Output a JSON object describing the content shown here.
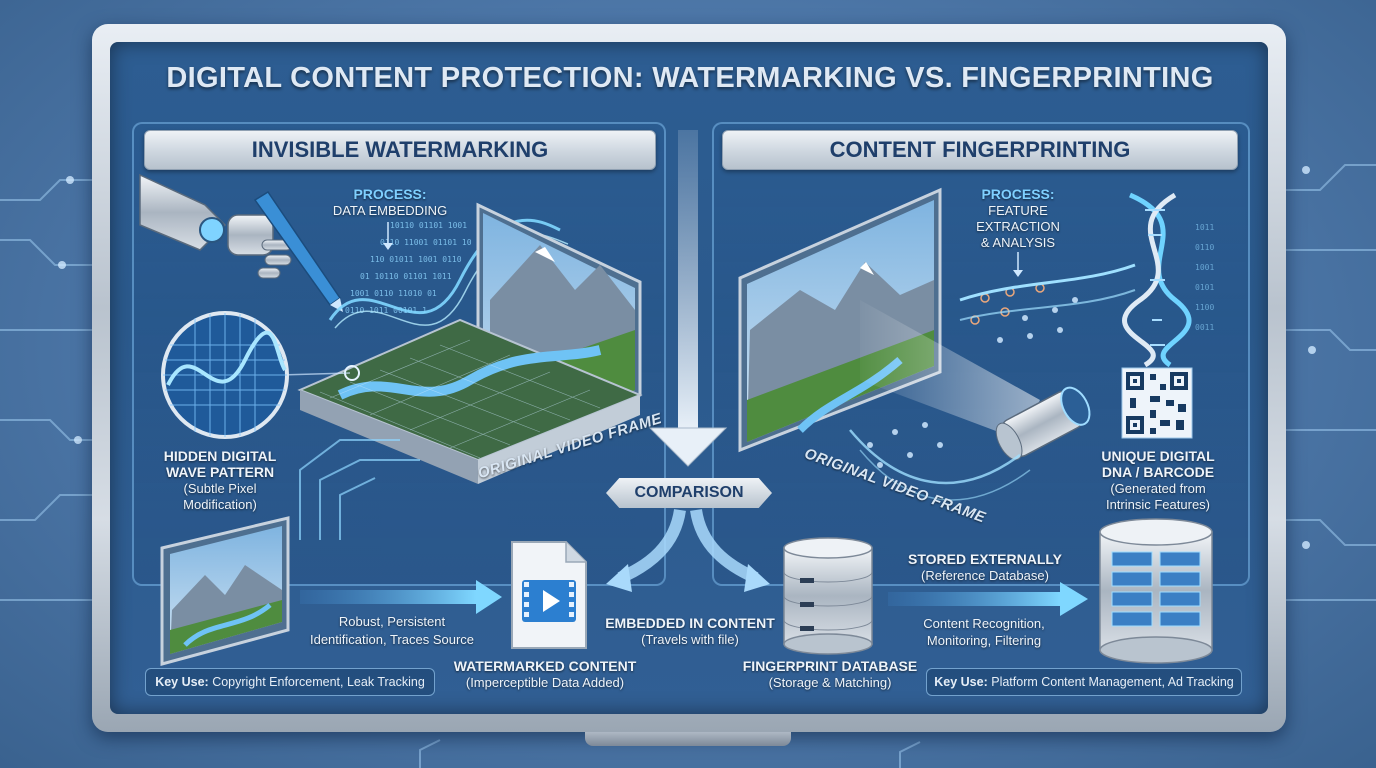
{
  "title": "DIGITAL CONTENT PROTECTION: WATERMARKING VS. FINGERPRINTING",
  "colors": {
    "accent": "#6fd3ff",
    "header_text": "#1f3f6b",
    "panel_border": "#7db9eb"
  },
  "left": {
    "header": "INVISIBLE WATERMARKING",
    "process_title": "PROCESS:",
    "process_text": "DATA EMBEDDING",
    "wave_title_1": "HIDDEN DIGITAL",
    "wave_title_2": "WAVE PATTERN",
    "wave_sub_1": "(Subtle Pixel",
    "wave_sub_2": "Modification)",
    "frame_caption": "ORIGINAL VIDEO FRAME",
    "flow_text_1": "Robust, Persistent",
    "flow_text_2": "Identification, Traces Source",
    "result_title": "WATERMARKED CONTENT",
    "result_sub": "(Imperceptible Data Added)",
    "keyuse_label": "Key Use:",
    "keyuse_text": "Copyright Enforcement, Leak Tracking"
  },
  "center": {
    "comparison": "COMPARISON",
    "embedded_title": "EMBEDDED IN CONTENT",
    "embedded_sub": "(Travels with file)",
    "db_title": "FINGERPRINT DATABASE",
    "db_sub": "(Storage & Matching)"
  },
  "right": {
    "header": "CONTENT FINGERPRINTING",
    "process_title": "PROCESS:",
    "process_text_1": "FEATURE",
    "process_text_2": "EXTRACTION",
    "process_text_3": "& ANALYSIS",
    "frame_caption": "ORIGINAL VIDEO FRAME",
    "dna_title_1": "UNIQUE DIGITAL",
    "dna_title_2": "DNA / BARCODE",
    "dna_sub_1": "(Generated from",
    "dna_sub_2": "Intrinsic Features)",
    "stored_title": "STORED EXTERNALLY",
    "stored_sub": "(Reference Database)",
    "flow_text_1": "Content Recognition,",
    "flow_text_2": "Monitoring, Filtering",
    "keyuse_label": "Key Use:",
    "keyuse_text": "Platform Content Management, Ad Tracking"
  },
  "icons": [
    "robot-hand-icon",
    "stylus-icon",
    "magnifier-icon",
    "mountain-frame-icon",
    "dna-helix-icon",
    "qr-code-icon",
    "camera-lens-icon",
    "video-file-icon",
    "database-icon",
    "circuit-trace-icon"
  ]
}
